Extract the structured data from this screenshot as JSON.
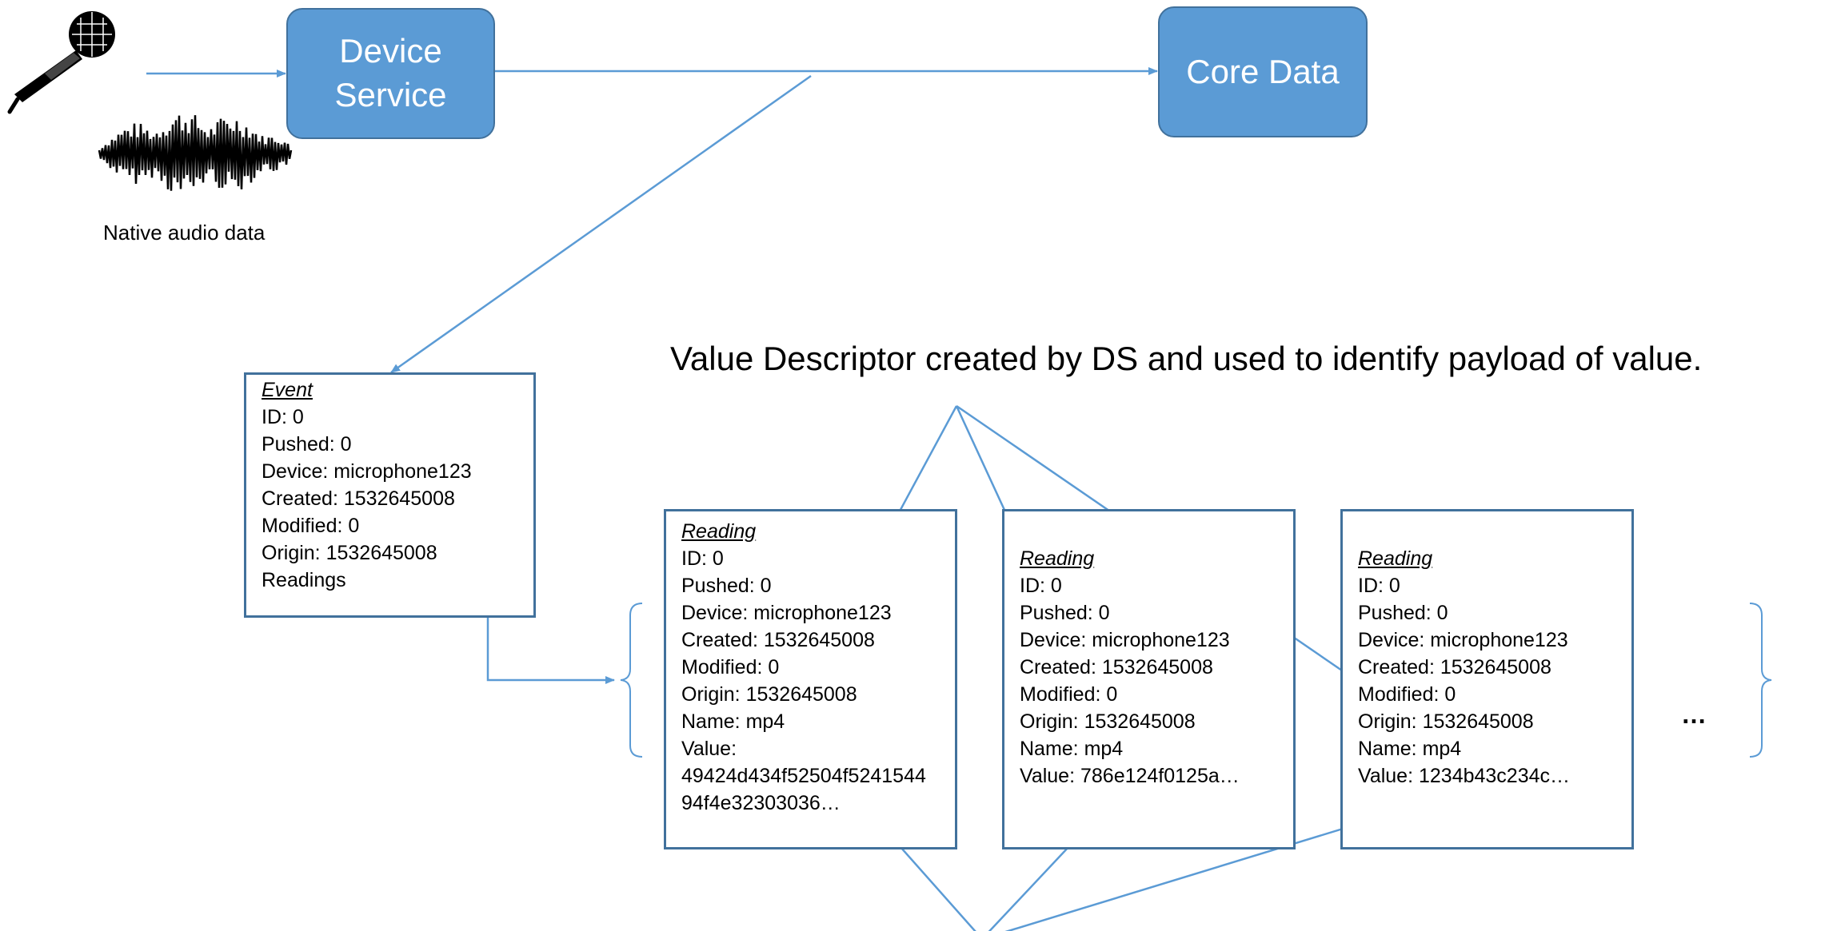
{
  "nodes": {
    "device_service": "Device\nService",
    "core_data": "Core Data"
  },
  "audio_caption": "Native audio data",
  "value_descriptor_note": "Value Descriptor created by DS and used to identify payload of value.",
  "event": {
    "title": "Event",
    "id": "ID: 0",
    "pushed": "Pushed: 0",
    "device": "Device: microphone123",
    "created": "Created: 1532645008",
    "modified": "Modified: 0",
    "origin": "Origin: 1532645008",
    "readings": "Readings"
  },
  "readings": [
    {
      "title": "Reading",
      "id": "ID: 0",
      "pushed": "Pushed: 0",
      "device": "Device: microphone123",
      "created": "Created: 1532645008",
      "modified": "Modified: 0",
      "origin": "Origin: 1532645008",
      "name": "Name: mp4",
      "value": "Value:",
      "value_cont1": "49424d434f52504f5241544",
      "value_cont2": "94f4e32303036…"
    },
    {
      "title": "Reading",
      "id": "ID: 0",
      "pushed": "Pushed: 0",
      "device": "Device: microphone123",
      "created": "Created: 1532645008",
      "modified": "Modified: 0",
      "origin": "Origin: 1532645008",
      "name": "Name: mp4",
      "value": "Value:  786e124f0125a…"
    },
    {
      "title": "Reading",
      "id": "ID: 0",
      "pushed": "Pushed: 0",
      "device": "Device: microphone123",
      "created": "Created: 1532645008",
      "modified": "Modified: 0",
      "origin": "Origin: 1532645008",
      "name": "Name: mp4",
      "value": "Value:  1234b43c234c…"
    }
  ],
  "more": "…",
  "icons": [
    "microphone-icon",
    "audio-waveform-icon"
  ],
  "colors": {
    "node_fill": "#5b9bd5",
    "node_border": "#41719c",
    "line": "#5b9bd5"
  }
}
